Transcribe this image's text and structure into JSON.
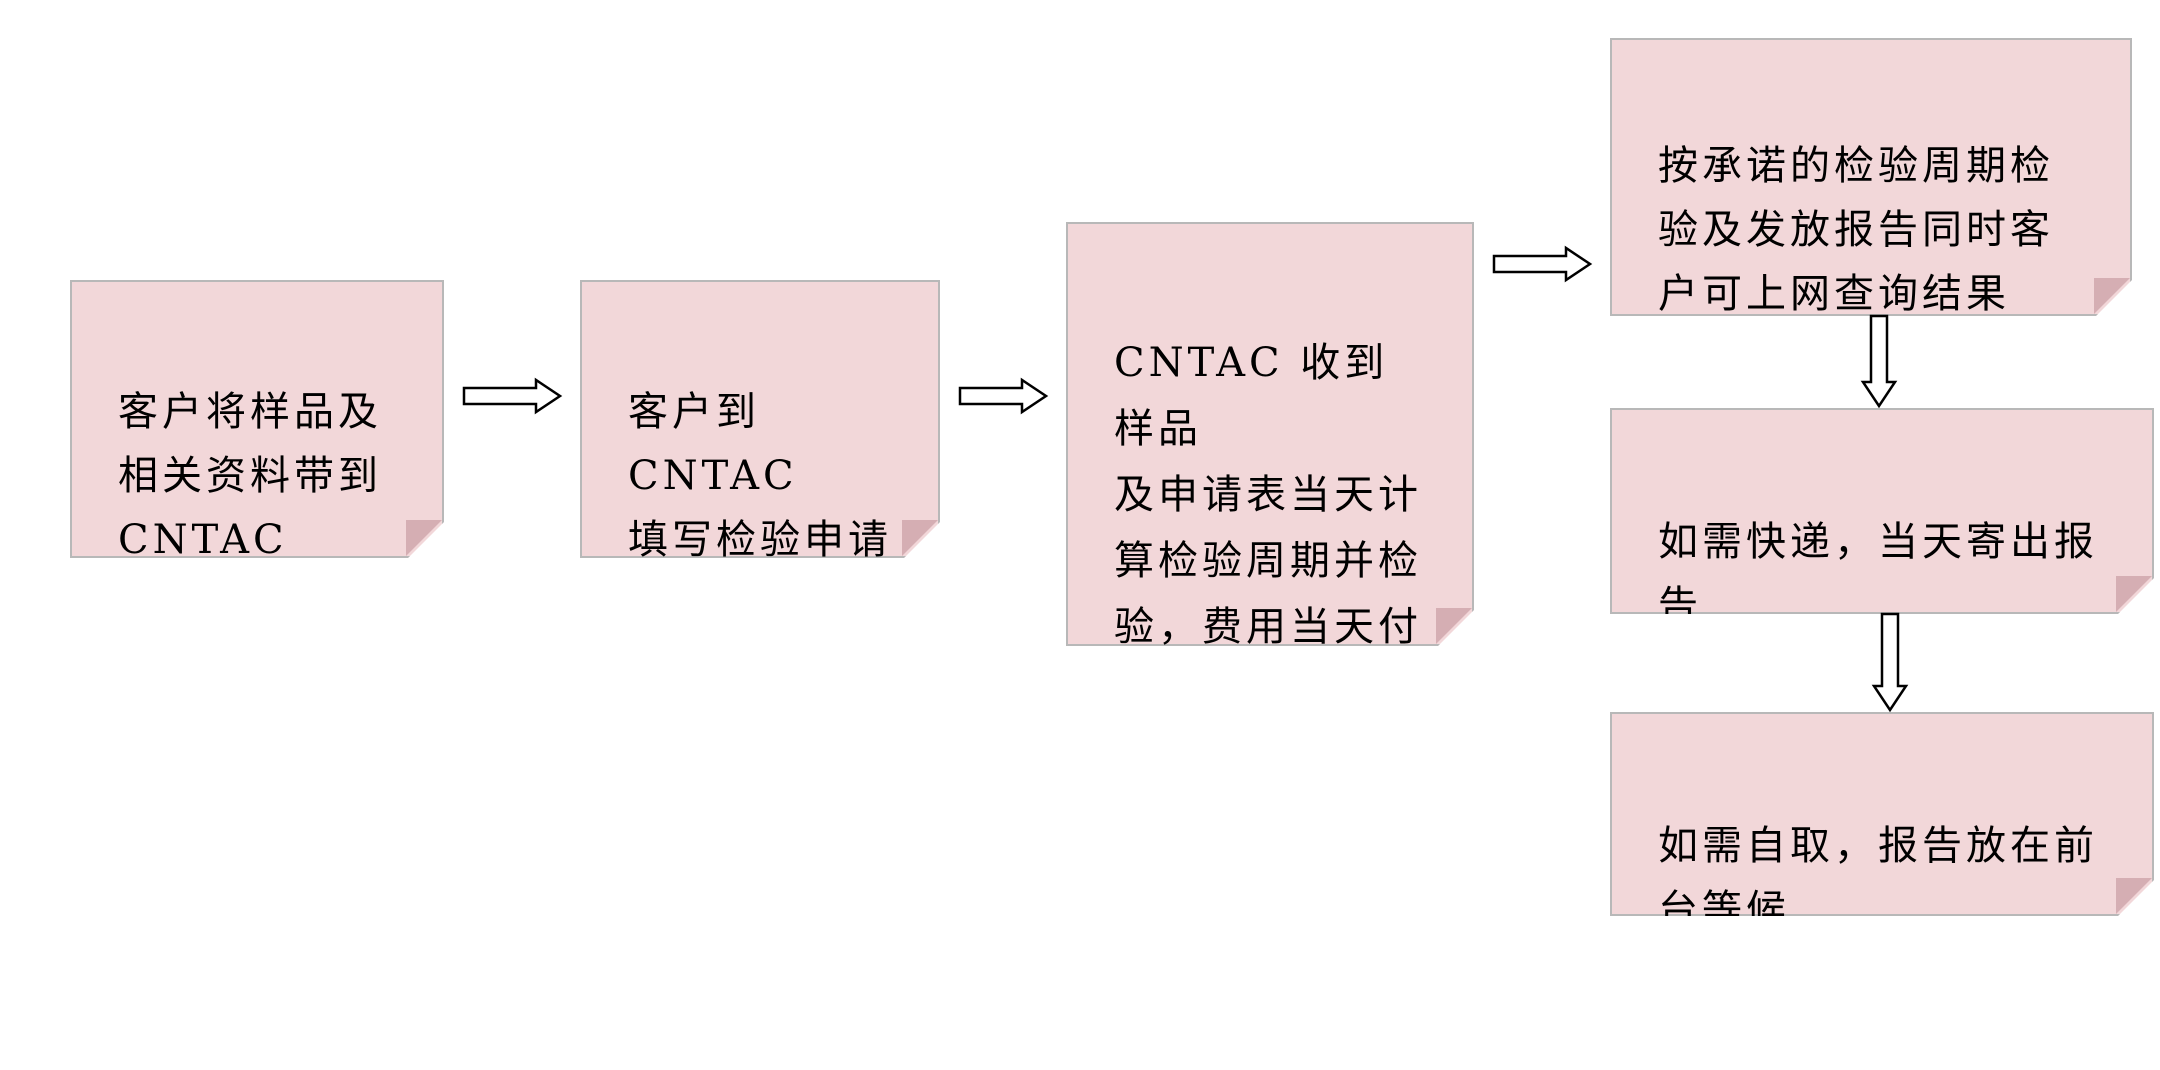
{
  "colors": {
    "note_fill": "#f2d7d9",
    "note_border": "#b8b8b8",
    "note_fold": "#d5aeb3",
    "arrow_stroke": "#000000",
    "arrow_fill": "#ffffff"
  },
  "steps": [
    {
      "id": "step-1",
      "text": "客户将样品及\n相关资料带到\nCNTAC"
    },
    {
      "id": "step-2",
      "text": "客户到 CNTAC\n填写检验申请\n表"
    },
    {
      "id": "step-3",
      "text": "CNTAC 收到样品\n及申请表当天计\n算检验周期并检\n验，费用当天付\n清"
    },
    {
      "id": "step-4",
      "text": "按承诺的检验周期检\n验及发放报告同时客\n户可上网查询结果"
    },
    {
      "id": "step-5",
      "text": "如需快递，当天寄出报\n告"
    },
    {
      "id": "step-6",
      "text": "如需自取，报告放在前\n台等候"
    }
  ],
  "connections": [
    {
      "from": "step-1",
      "to": "step-2",
      "direction": "right"
    },
    {
      "from": "step-2",
      "to": "step-3",
      "direction": "right"
    },
    {
      "from": "step-3",
      "to": "step-4",
      "direction": "right"
    },
    {
      "from": "step-4",
      "to": "step-5",
      "direction": "down"
    },
    {
      "from": "step-5",
      "to": "step-6",
      "direction": "down"
    }
  ]
}
